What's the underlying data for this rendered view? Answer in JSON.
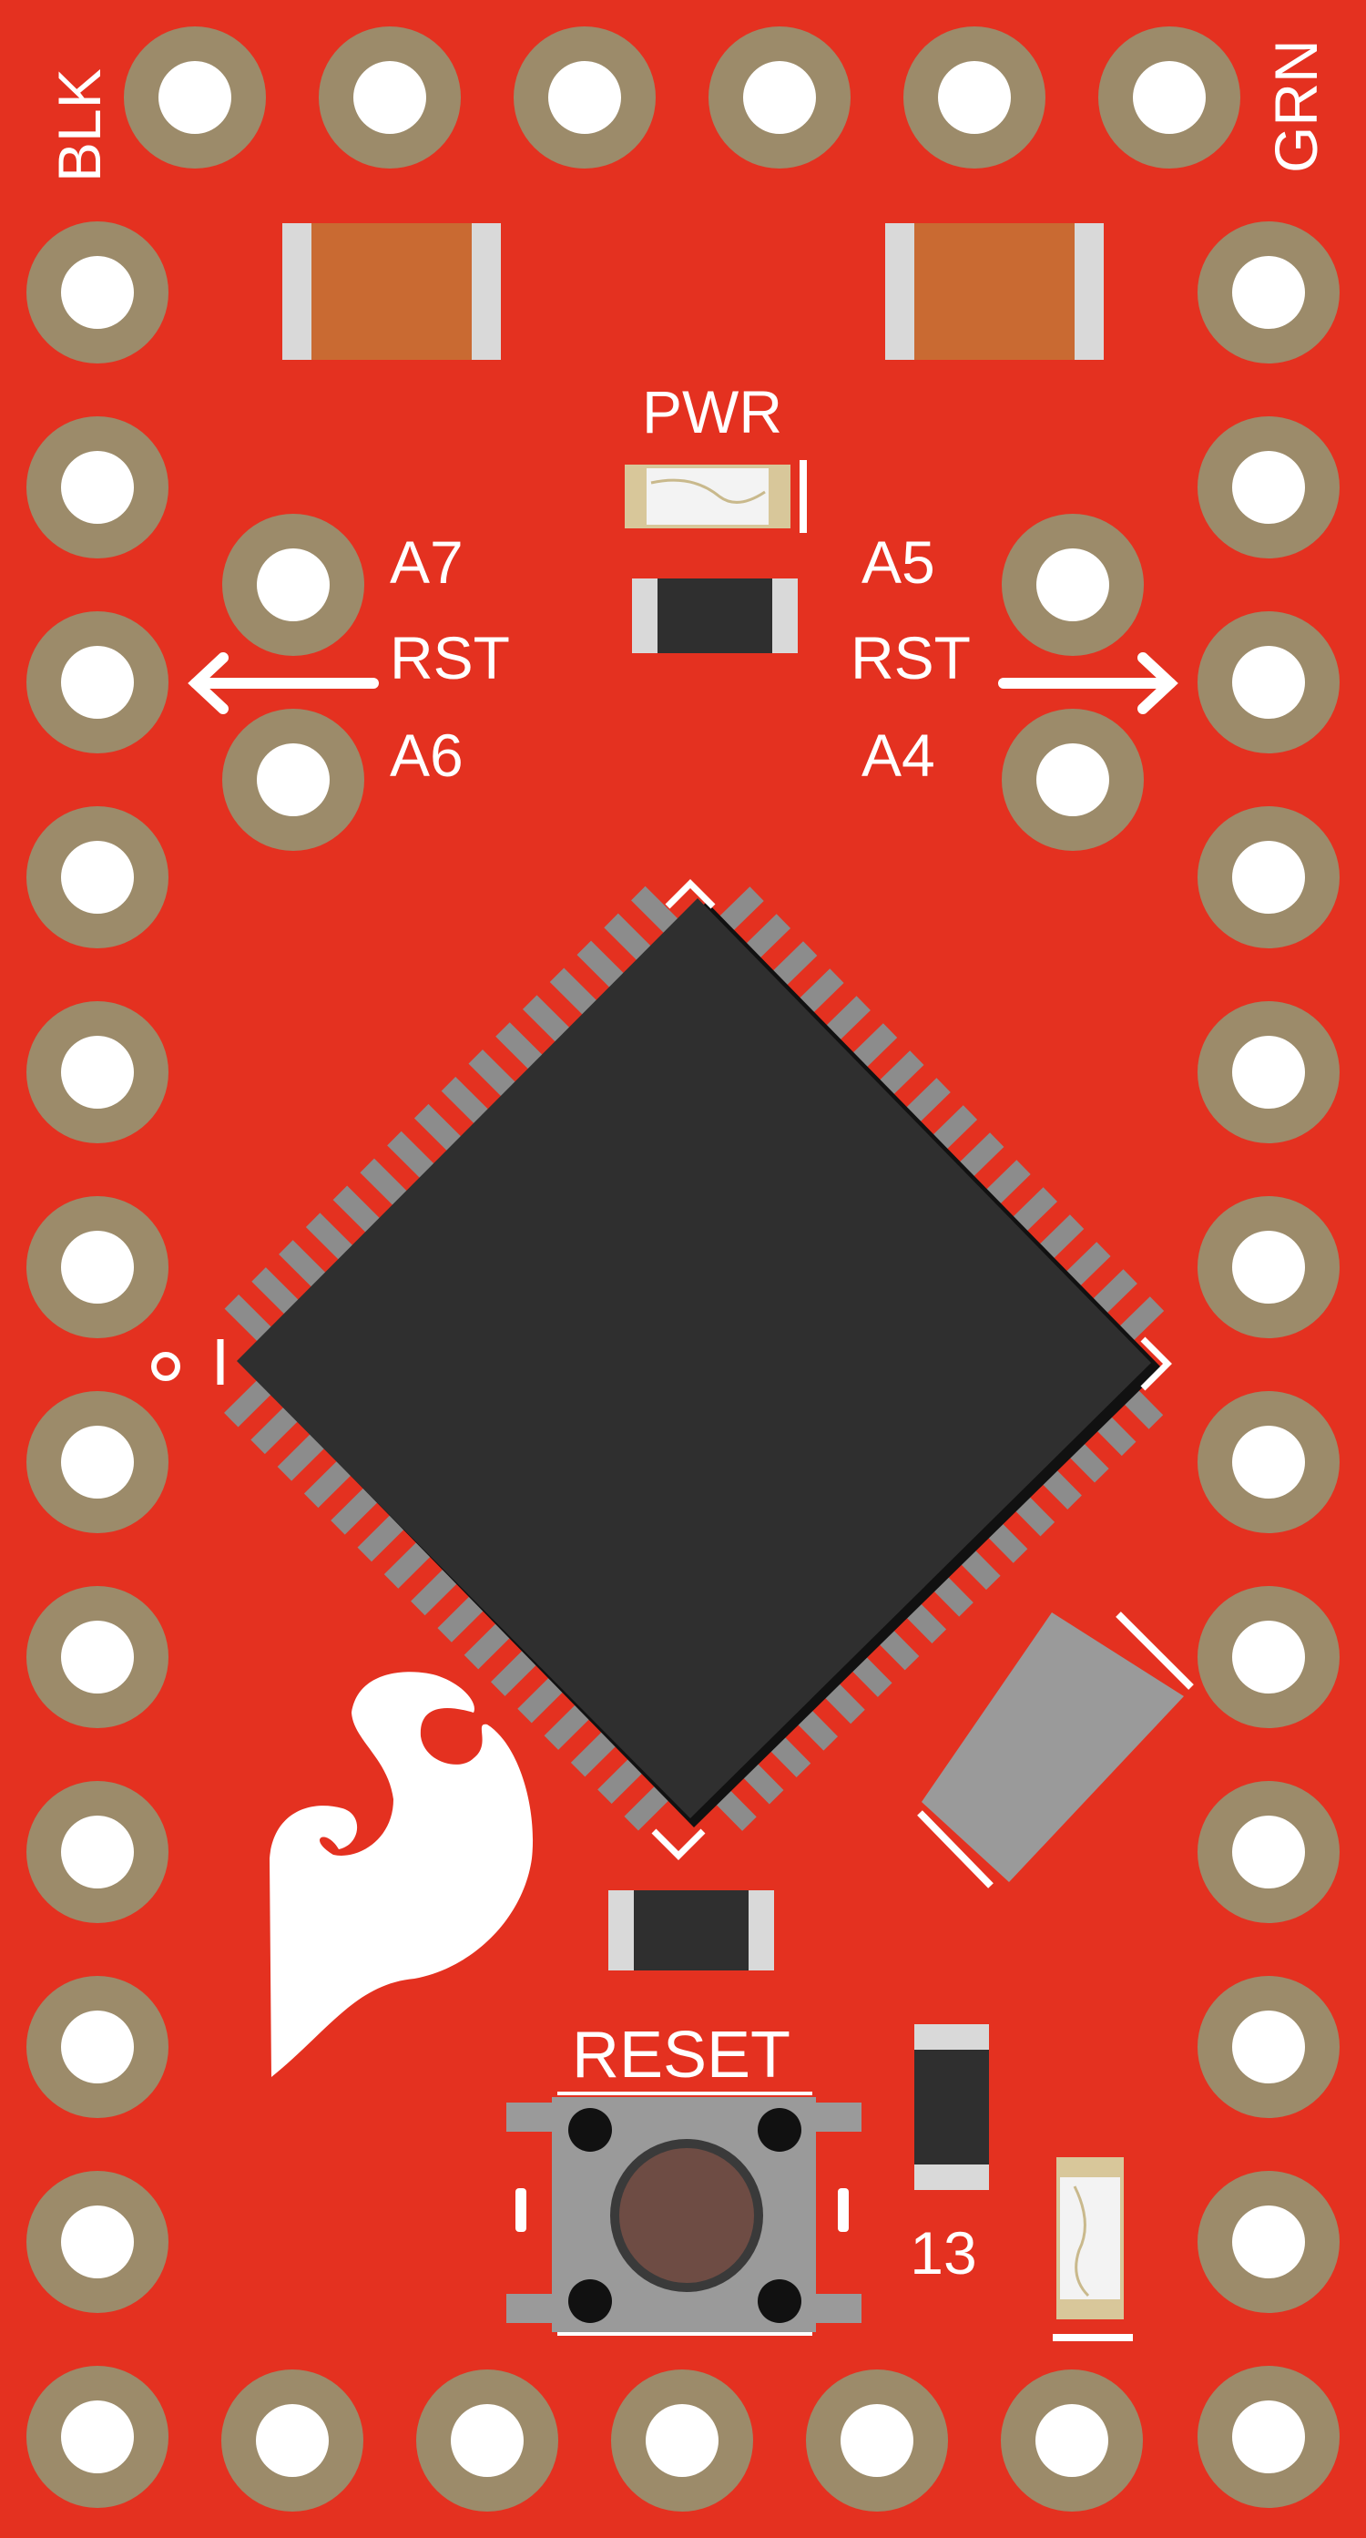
{
  "board": {
    "background_color": "#e43120",
    "pad_color": "#9c8b6a",
    "chip_color": "#2f2f2f",
    "pin_color": "#8c8c8c"
  },
  "labels": {
    "blk": "BLK",
    "grn": "GRN",
    "pwr": "PWR",
    "a7": "A7",
    "rst_left": "RST",
    "a6": "A6",
    "a5": "A5",
    "rst_right": "RST",
    "a4": "A4",
    "reset": "RESET",
    "led13": "13"
  },
  "icons": {
    "logo": "sparkfun-flame-logo",
    "arrows": "arrow-icon"
  }
}
